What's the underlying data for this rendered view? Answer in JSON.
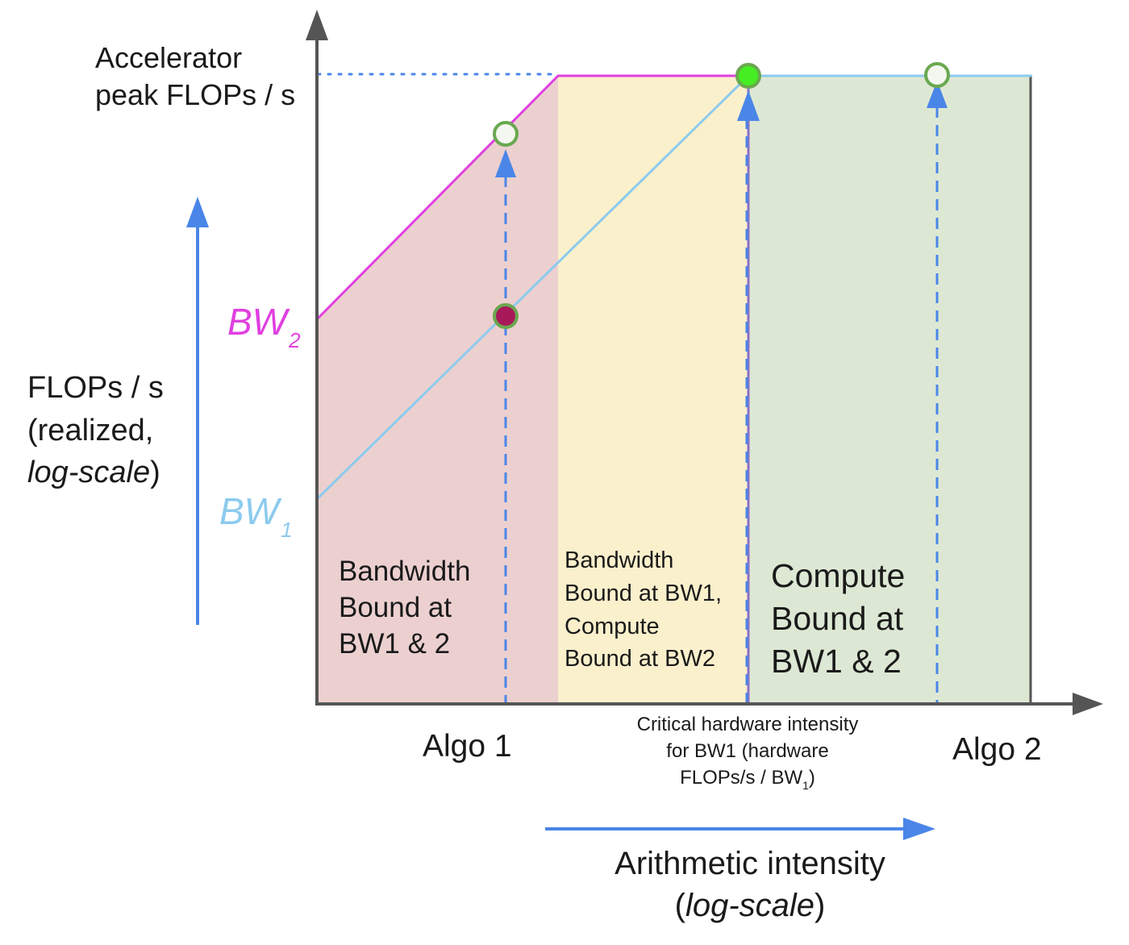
{
  "peak_label": {
    "line1": "Accelerator",
    "line2": "peak FLOPs / s"
  },
  "y_axis_label": {
    "line1": "FLOPs / s",
    "line2": "(realized,",
    "line3_italic": "log-scale",
    "line3_close": ")"
  },
  "x_axis_label": {
    "line1": "Arithmetic intensity",
    "line2_open": "(",
    "line2_italic": "log-scale",
    "line2_close": ")"
  },
  "bw2": {
    "base": "BW",
    "sub": "2",
    "color": "#e040e0"
  },
  "bw1": {
    "base": "BW",
    "sub": "1",
    "color": "#8ccbee"
  },
  "regions": {
    "left": {
      "lines": [
        "Bandwidth",
        "Bound at",
        "BW1 & 2"
      ],
      "color": "#ecd0d0"
    },
    "middle": {
      "lines": [
        "Bandwidth",
        "Bound at BW1,",
        "Compute",
        "Bound at BW2"
      ],
      "color": "#fbf0cc"
    },
    "right": {
      "lines": [
        "Compute",
        "Bound at",
        "BW1 & 2"
      ],
      "color": "#dde8d4"
    }
  },
  "x_markers": {
    "algo1": "Algo 1",
    "algo2": "Algo 2",
    "critical": {
      "line1": "Critical hardware intensity",
      "line2": "for BW1 (hardware",
      "line3_pre": "FLOPs/s / BW",
      "line3_sub": "1",
      "line3_post": ")"
    }
  },
  "colors": {
    "axis": "#555555",
    "arrow_blue": "#4a86e8",
    "point_outline": "#6aa84f",
    "point_green_fill": "#44ee22",
    "point_maroon_fill": "#a8195a",
    "point_open_fill": "#f4f7f0"
  }
}
